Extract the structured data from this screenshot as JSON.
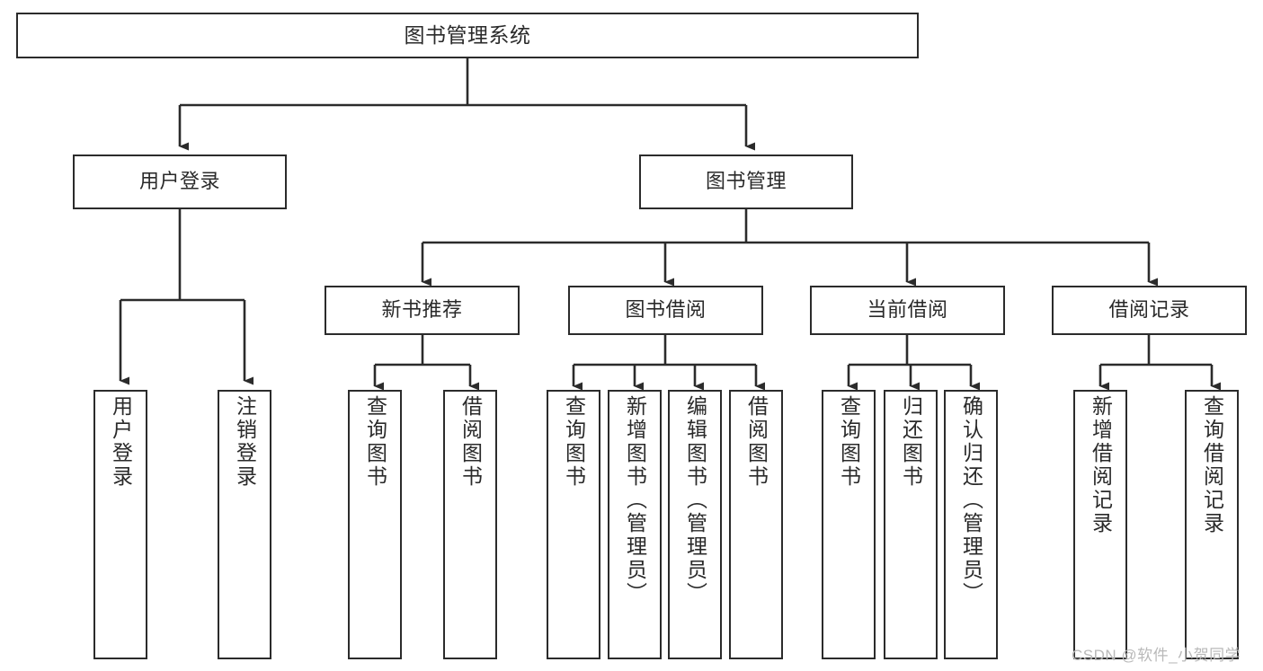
{
  "diagram": {
    "title": "图书管理系统",
    "type": "tree-hierarchy",
    "colors": {
      "border": "#2b2b2b",
      "text": "#2a2a2a",
      "background": "#ffffff",
      "watermark": "#b9b9b9"
    },
    "watermark": "CSDN @软件_小贺同学",
    "nodes": {
      "root": {
        "label": "图书管理系统",
        "level": 0
      },
      "l1": [
        {
          "id": "user-login",
          "label": "用户登录",
          "level": 1
        },
        {
          "id": "book-manage",
          "label": "图书管理",
          "level": 1
        }
      ],
      "l2": [
        {
          "id": "new-book-recommend",
          "label": "新书推荐",
          "level": 2
        },
        {
          "id": "book-borrow",
          "label": "图书借阅",
          "level": 2
        },
        {
          "id": "current-borrow",
          "label": "当前借阅",
          "level": 2
        },
        {
          "id": "borrow-record",
          "label": "借阅记录",
          "level": 2
        }
      ],
      "leaves": {
        "user-login": [
          {
            "id": "leaf-user-login",
            "label": "用户登录"
          },
          {
            "id": "leaf-logout",
            "label": "注销登录"
          }
        ],
        "new-book-recommend": [
          {
            "id": "leaf-query-book-1",
            "label": "查询图书"
          },
          {
            "id": "leaf-borrow-book-1",
            "label": "借阅图书"
          }
        ],
        "book-borrow": [
          {
            "id": "leaf-query-book-2",
            "label": "查询图书"
          },
          {
            "id": "leaf-add-book",
            "label": "新增图书（管理员）"
          },
          {
            "id": "leaf-edit-book",
            "label": "编辑图书（管理员）"
          },
          {
            "id": "leaf-borrow-book-2",
            "label": "借阅图书"
          }
        ],
        "current-borrow": [
          {
            "id": "leaf-query-book-3",
            "label": "查询图书"
          },
          {
            "id": "leaf-return-book",
            "label": "归还图书"
          },
          {
            "id": "leaf-confirm-return",
            "label": "确认归还（管理员）"
          }
        ],
        "borrow-record": [
          {
            "id": "leaf-add-record",
            "label": "新增借阅记录"
          },
          {
            "id": "leaf-query-record",
            "label": "查询借阅记录"
          }
        ]
      }
    }
  }
}
